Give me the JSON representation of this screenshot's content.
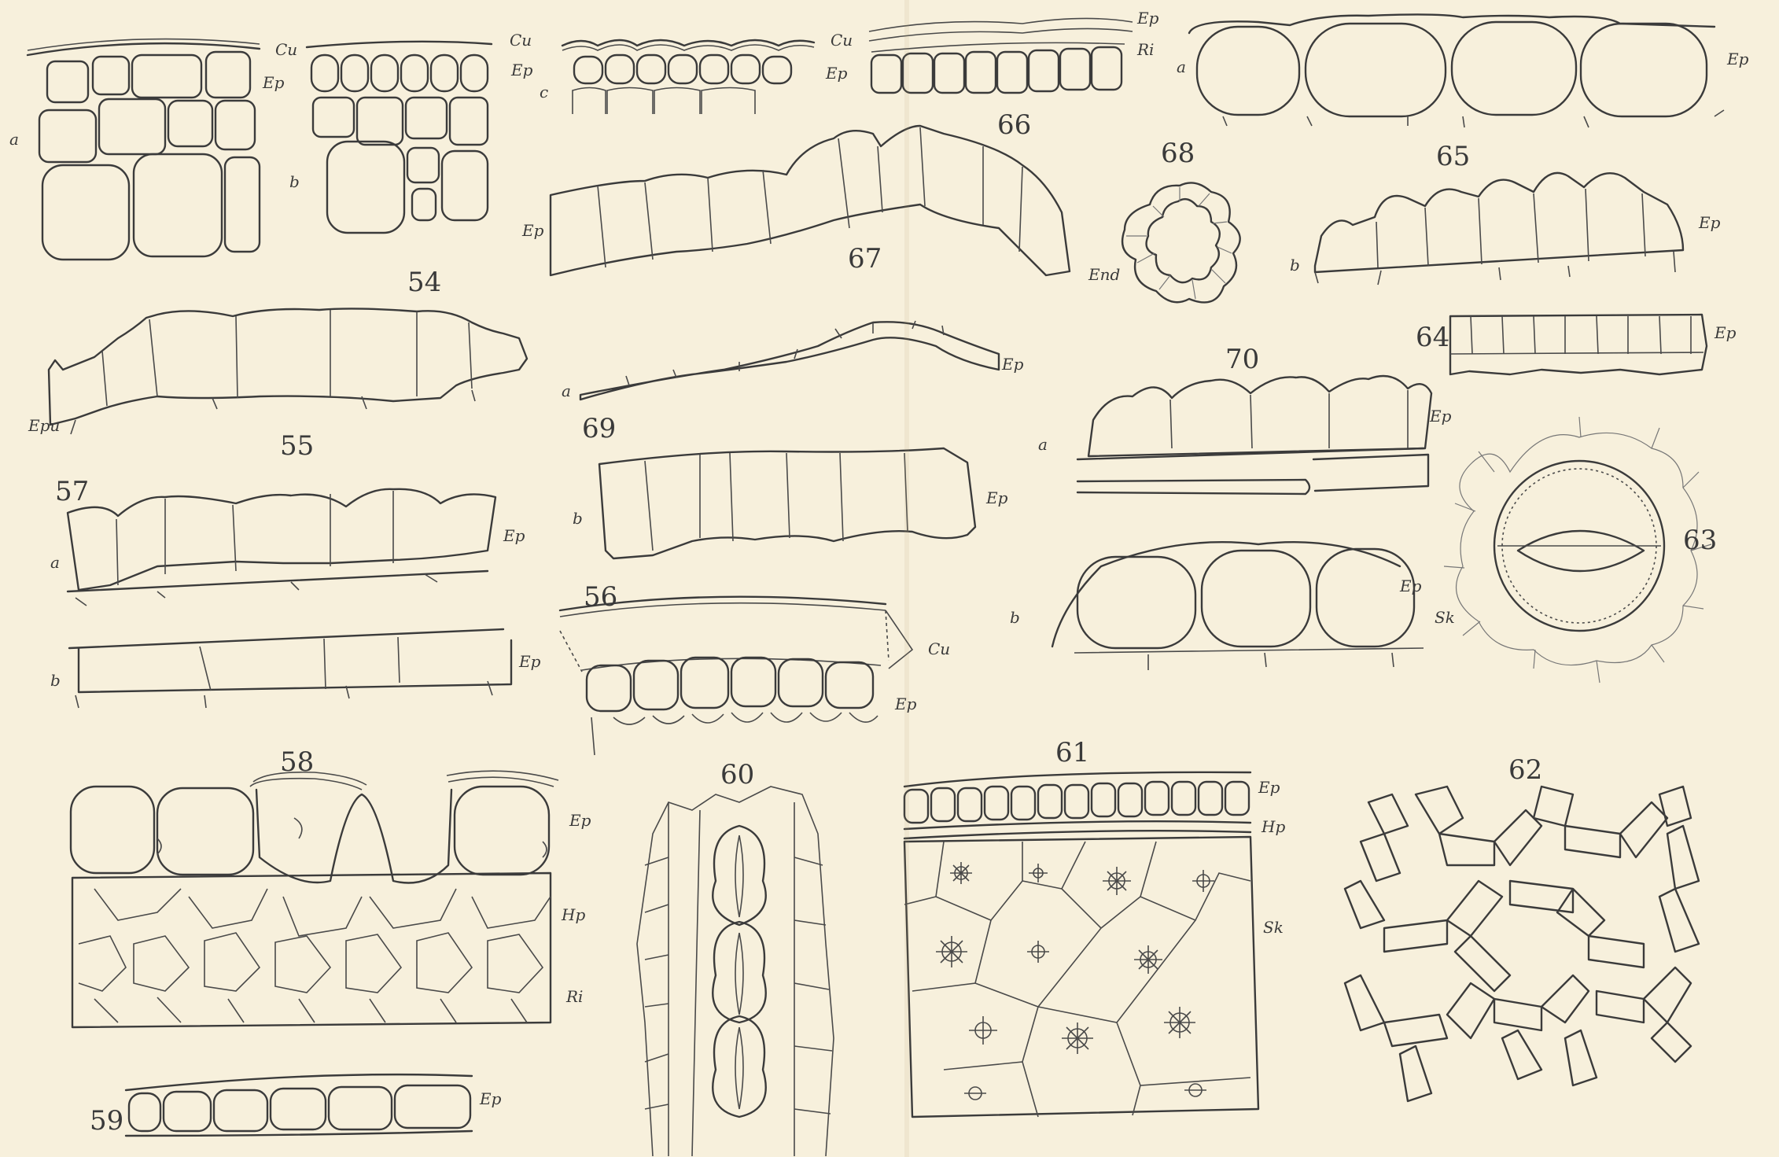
{
  "figures": {
    "f54": "54",
    "f55": "55",
    "f56": "56",
    "f57": "57",
    "f58": "58",
    "f59": "59",
    "f60": "60",
    "f61": "61",
    "f62": "62",
    "f63": "63",
    "f64": "64",
    "f65": "65",
    "f66": "66",
    "f67": "67",
    "f68": "68",
    "f69": "69",
    "f70": "70"
  },
  "labels": {
    "cu": "Cu",
    "ep": "Ep",
    "ri": "Ri",
    "hp": "Hp",
    "sk": "Sk",
    "end": "End",
    "epu": "Epu"
  },
  "subfigure_letters": {
    "a": "a",
    "b": "b",
    "c": "c"
  },
  "colors": {
    "paper": "#f7f0dc",
    "ink": "#3b3b3b"
  }
}
